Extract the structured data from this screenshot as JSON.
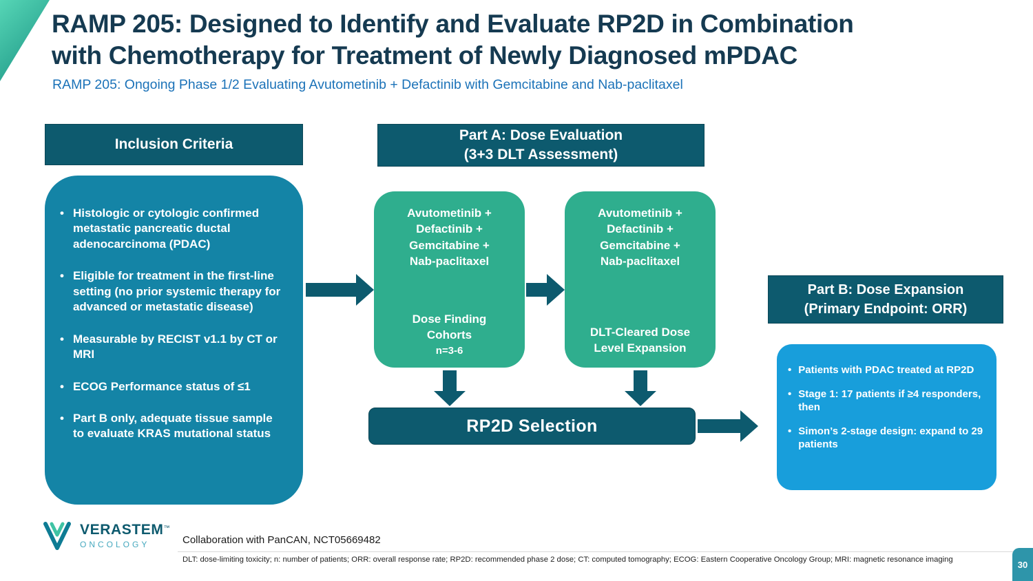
{
  "slide": {
    "title": "RAMP 205: Designed to Identify and Evaluate RP2D in Combination\nwith Chemotherapy for Treatment of Newly Diagnosed mPDAC",
    "subtitle": "RAMP 205: Ongoing Phase 1/2 Evaluating Avutometinib + Defactinib with Gemcitabine and Nab-paclitaxel",
    "page_number": "30"
  },
  "colors": {
    "header_teal": "#0d5a6e",
    "body_teal": "#1484a6",
    "green": "#2fae8e",
    "blue": "#189edb",
    "subtitle_blue": "#1b72b8",
    "accent_green": "#3fc3a4"
  },
  "inclusion": {
    "header": "Inclusion Criteria",
    "bullet_glyph": "•",
    "bullets": [
      "Histologic or cytologic confirmed metastatic pancreatic ductal adenocarcinoma (PDAC)",
      "Eligible for treatment in the first-line setting (no prior systemic therapy for advanced or metastatic disease)",
      "Measurable by RECIST v1.1 by CT or MRI",
      "ECOG Performance status of ≤1",
      "Part B only, adequate tissue sample to evaluate KRAS mutational status"
    ]
  },
  "part_a": {
    "header": "Part A: Dose Evaluation\n(3+3 DLT Assessment)",
    "box1": {
      "regimen": "Avutometinib +\nDefactinib +\nGemcitabine +\nNab-paclitaxel",
      "label": "Dose Finding\nCohorts",
      "note": "n=3-6"
    },
    "box2": {
      "regimen": "Avutometinib +\nDefactinib +\nGemcitabine +\nNab-paclitaxel",
      "label": "DLT-Cleared Dose\nLevel Expansion"
    },
    "rp2d_label": "RP2D Selection"
  },
  "part_b": {
    "header": "Part B: Dose Expansion\n(Primary Endpoint: ORR)",
    "bullet_glyph": "•",
    "bullets": [
      "Patients with PDAC treated at RP2D",
      "Stage 1: 17 patients if ≥4 responders, then",
      "Simon’s 2-stage design: expand to 29 patients"
    ]
  },
  "footer": {
    "logo_name": "VERASTEM",
    "logo_tm": "™",
    "logo_sub": "ONCOLOGY",
    "collaboration": "Collaboration with PanCAN, NCT05669482",
    "abbreviations": "DLT: dose-limiting toxicity; n: number of patients; ORR: overall response rate; RP2D: recommended phase 2 dose; CT: computed tomography; ECOG: Eastern Cooperative Oncology Group; MRI: magnetic resonance imaging"
  }
}
